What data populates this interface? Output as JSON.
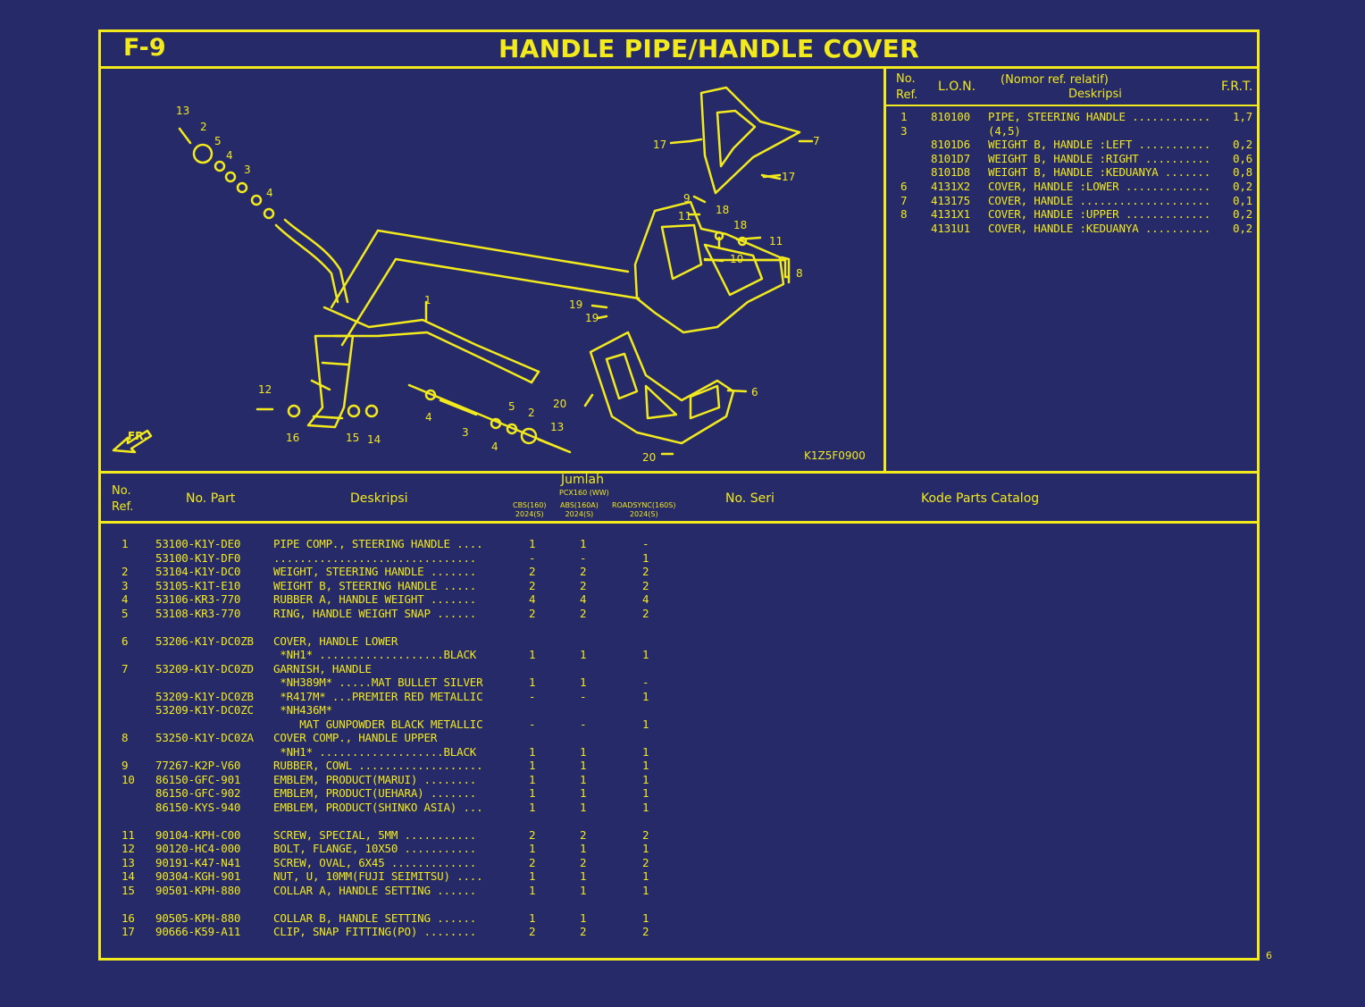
{
  "header": {
    "figure_code": "F-9",
    "title": "HANDLE PIPE/HANDLE COVER"
  },
  "diagram": {
    "code": "K1Z5F0900",
    "front_arrow": "FR.",
    "callouts": [
      "1",
      "2",
      "3",
      "4",
      "5",
      "6",
      "7",
      "8",
      "9",
      "10",
      "11",
      "12",
      "13",
      "14",
      "15",
      "16",
      "17",
      "18",
      "19",
      "20"
    ]
  },
  "lon_table": {
    "headers": {
      "no_ref": "No.\nRef.",
      "lon": "L.O.N.",
      "deskripsi_note": "(Nomor ref. relatif)",
      "deskripsi": "Deskripsi",
      "frt": "F.R.T."
    },
    "rows": [
      {
        "ref": "1",
        "lon": "810100",
        "desc": "PIPE, STEERING HANDLE ............",
        "frt": "1,7"
      },
      {
        "ref": "3",
        "lon": "",
        "desc": "(4,5)",
        "frt": ""
      },
      {
        "ref": "",
        "lon": "8101D6",
        "desc": "WEIGHT B, HANDLE :LEFT ...........",
        "frt": "0,2"
      },
      {
        "ref": "",
        "lon": "8101D7",
        "desc": "WEIGHT B, HANDLE :RIGHT ..........",
        "frt": "0,6"
      },
      {
        "ref": "",
        "lon": "8101D8",
        "desc": "WEIGHT B, HANDLE :KEDUANYA .......",
        "frt": "0,8"
      },
      {
        "ref": "6",
        "lon": "4131X2",
        "desc": "COVER, HANDLE :LOWER .............",
        "frt": "0,2"
      },
      {
        "ref": "7",
        "lon": "413175",
        "desc": "COVER, HANDLE ....................",
        "frt": "0,1"
      },
      {
        "ref": "8",
        "lon": "4131X1",
        "desc": "COVER, HANDLE :UPPER .............",
        "frt": "0,2"
      },
      {
        "ref": "",
        "lon": "4131U1",
        "desc": "COVER, HANDLE :KEDUANYA ..........",
        "frt": "0,2"
      }
    ]
  },
  "parts_table": {
    "headers": {
      "no_ref": "No.\nRef.",
      "no_part": "No. Part",
      "deskripsi": "Deskripsi",
      "jumlah": "Jumlah",
      "model": "PCX160 (WW)",
      "col1": "CBS(160)\n2024(S)",
      "col2": "ABS(160A)\n2024(S)",
      "col3": "ROADSYNC(160S)\n2024(S)",
      "no_seri": "No. Seri",
      "kode": "Kode Parts Catalog"
    },
    "rows": [
      {
        "ref": "1",
        "part": "53100-K1Y-DE0",
        "desc": "PIPE COMP., STEERING HANDLE ....",
        "q1": "1",
        "q2": "1",
        "q3": "-"
      },
      {
        "ref": "",
        "part": "53100-K1Y-DF0",
        "desc": "...............................",
        "q1": "-",
        "q2": "-",
        "q3": "1"
      },
      {
        "ref": "2",
        "part": "53104-K1Y-DC0",
        "desc": "WEIGHT, STEERING HANDLE .......",
        "q1": "2",
        "q2": "2",
        "q3": "2"
      },
      {
        "ref": "3",
        "part": "53105-K1T-E10",
        "desc": "WEIGHT B, STEERING HANDLE .....",
        "q1": "2",
        "q2": "2",
        "q3": "2"
      },
      {
        "ref": "4",
        "part": "53106-KR3-770",
        "desc": "RUBBER A, HANDLE WEIGHT .......",
        "q1": "4",
        "q2": "4",
        "q3": "4"
      },
      {
        "ref": "5",
        "part": "53108-KR3-770",
        "desc": "RING, HANDLE WEIGHT SNAP ......",
        "q1": "2",
        "q2": "2",
        "q3": "2"
      },
      {
        "ref": "",
        "part": "",
        "desc": "",
        "q1": "",
        "q2": "",
        "q3": ""
      },
      {
        "ref": "6",
        "part": "53206-K1Y-DC0ZB",
        "desc": "COVER, HANDLE LOWER",
        "q1": "",
        "q2": "",
        "q3": ""
      },
      {
        "ref": "",
        "part": "",
        "desc": " *NH1* ...................BLACK",
        "q1": "1",
        "q2": "1",
        "q3": "1"
      },
      {
        "ref": "7",
        "part": "53209-K1Y-DC0ZD",
        "desc": "GARNISH, HANDLE",
        "q1": "",
        "q2": "",
        "q3": ""
      },
      {
        "ref": "",
        "part": "",
        "desc": " *NH389M* .....MAT BULLET SILVER",
        "q1": "1",
        "q2": "1",
        "q3": "-"
      },
      {
        "ref": "",
        "part": "53209-K1Y-DC0ZB",
        "desc": " *R417M* ...PREMIER RED METALLIC",
        "q1": "-",
        "q2": "-",
        "q3": "1"
      },
      {
        "ref": "",
        "part": "53209-K1Y-DC0ZC",
        "desc": " *NH436M*",
        "q1": "",
        "q2": "",
        "q3": ""
      },
      {
        "ref": "",
        "part": "",
        "desc": "    MAT GUNPOWDER BLACK METALLIC",
        "q1": "-",
        "q2": "-",
        "q3": "1"
      },
      {
        "ref": "8",
        "part": "53250-K1Y-DC0ZA",
        "desc": "COVER COMP., HANDLE UPPER",
        "q1": "",
        "q2": "",
        "q3": ""
      },
      {
        "ref": "",
        "part": "",
        "desc": " *NH1* ...................BLACK",
        "q1": "1",
        "q2": "1",
        "q3": "1"
      },
      {
        "ref": "9",
        "part": "77267-K2P-V60",
        "desc": "RUBBER, COWL ...................",
        "q1": "1",
        "q2": "1",
        "q3": "1"
      },
      {
        "ref": "10",
        "part": "86150-GFC-901",
        "desc": "EMBLEM, PRODUCT(MARUI) ........",
        "q1": "1",
        "q2": "1",
        "q3": "1"
      },
      {
        "ref": "",
        "part": "86150-GFC-902",
        "desc": "EMBLEM, PRODUCT(UEHARA) .......",
        "q1": "1",
        "q2": "1",
        "q3": "1"
      },
      {
        "ref": "",
        "part": "86150-KYS-940",
        "desc": "EMBLEM, PRODUCT(SHINKO ASIA) ...",
        "q1": "1",
        "q2": "1",
        "q3": "1"
      },
      {
        "ref": "",
        "part": "",
        "desc": "",
        "q1": "",
        "q2": "",
        "q3": ""
      },
      {
        "ref": "11",
        "part": "90104-KPH-C00",
        "desc": "SCREW, SPECIAL, 5MM ...........",
        "q1": "2",
        "q2": "2",
        "q3": "2"
      },
      {
        "ref": "12",
        "part": "90120-HC4-000",
        "desc": "BOLT, FLANGE, 10X50 ...........",
        "q1": "1",
        "q2": "1",
        "q3": "1"
      },
      {
        "ref": "13",
        "part": "90191-K47-N41",
        "desc": "SCREW, OVAL, 6X45 .............",
        "q1": "2",
        "q2": "2",
        "q3": "2"
      },
      {
        "ref": "14",
        "part": "90304-KGH-901",
        "desc": "NUT, U, 10MM(FUJI SEIMITSU) ....",
        "q1": "1",
        "q2": "1",
        "q3": "1"
      },
      {
        "ref": "15",
        "part": "90501-KPH-880",
        "desc": "COLLAR A, HANDLE SETTING ......",
        "q1": "1",
        "q2": "1",
        "q3": "1"
      },
      {
        "ref": "",
        "part": "",
        "desc": "",
        "q1": "",
        "q2": "",
        "q3": ""
      },
      {
        "ref": "16",
        "part": "90505-KPH-880",
        "desc": "COLLAR B, HANDLE SETTING ......",
        "q1": "1",
        "q2": "1",
        "q3": "1"
      },
      {
        "ref": "17",
        "part": "90666-K59-A11",
        "desc": "CLIP, SNAP FITTING(PO) ........",
        "q1": "2",
        "q2": "2",
        "q3": "2"
      }
    ]
  },
  "page_number": "6",
  "colors": {
    "background": "#262a68",
    "ink": "#f2ea1d"
  }
}
